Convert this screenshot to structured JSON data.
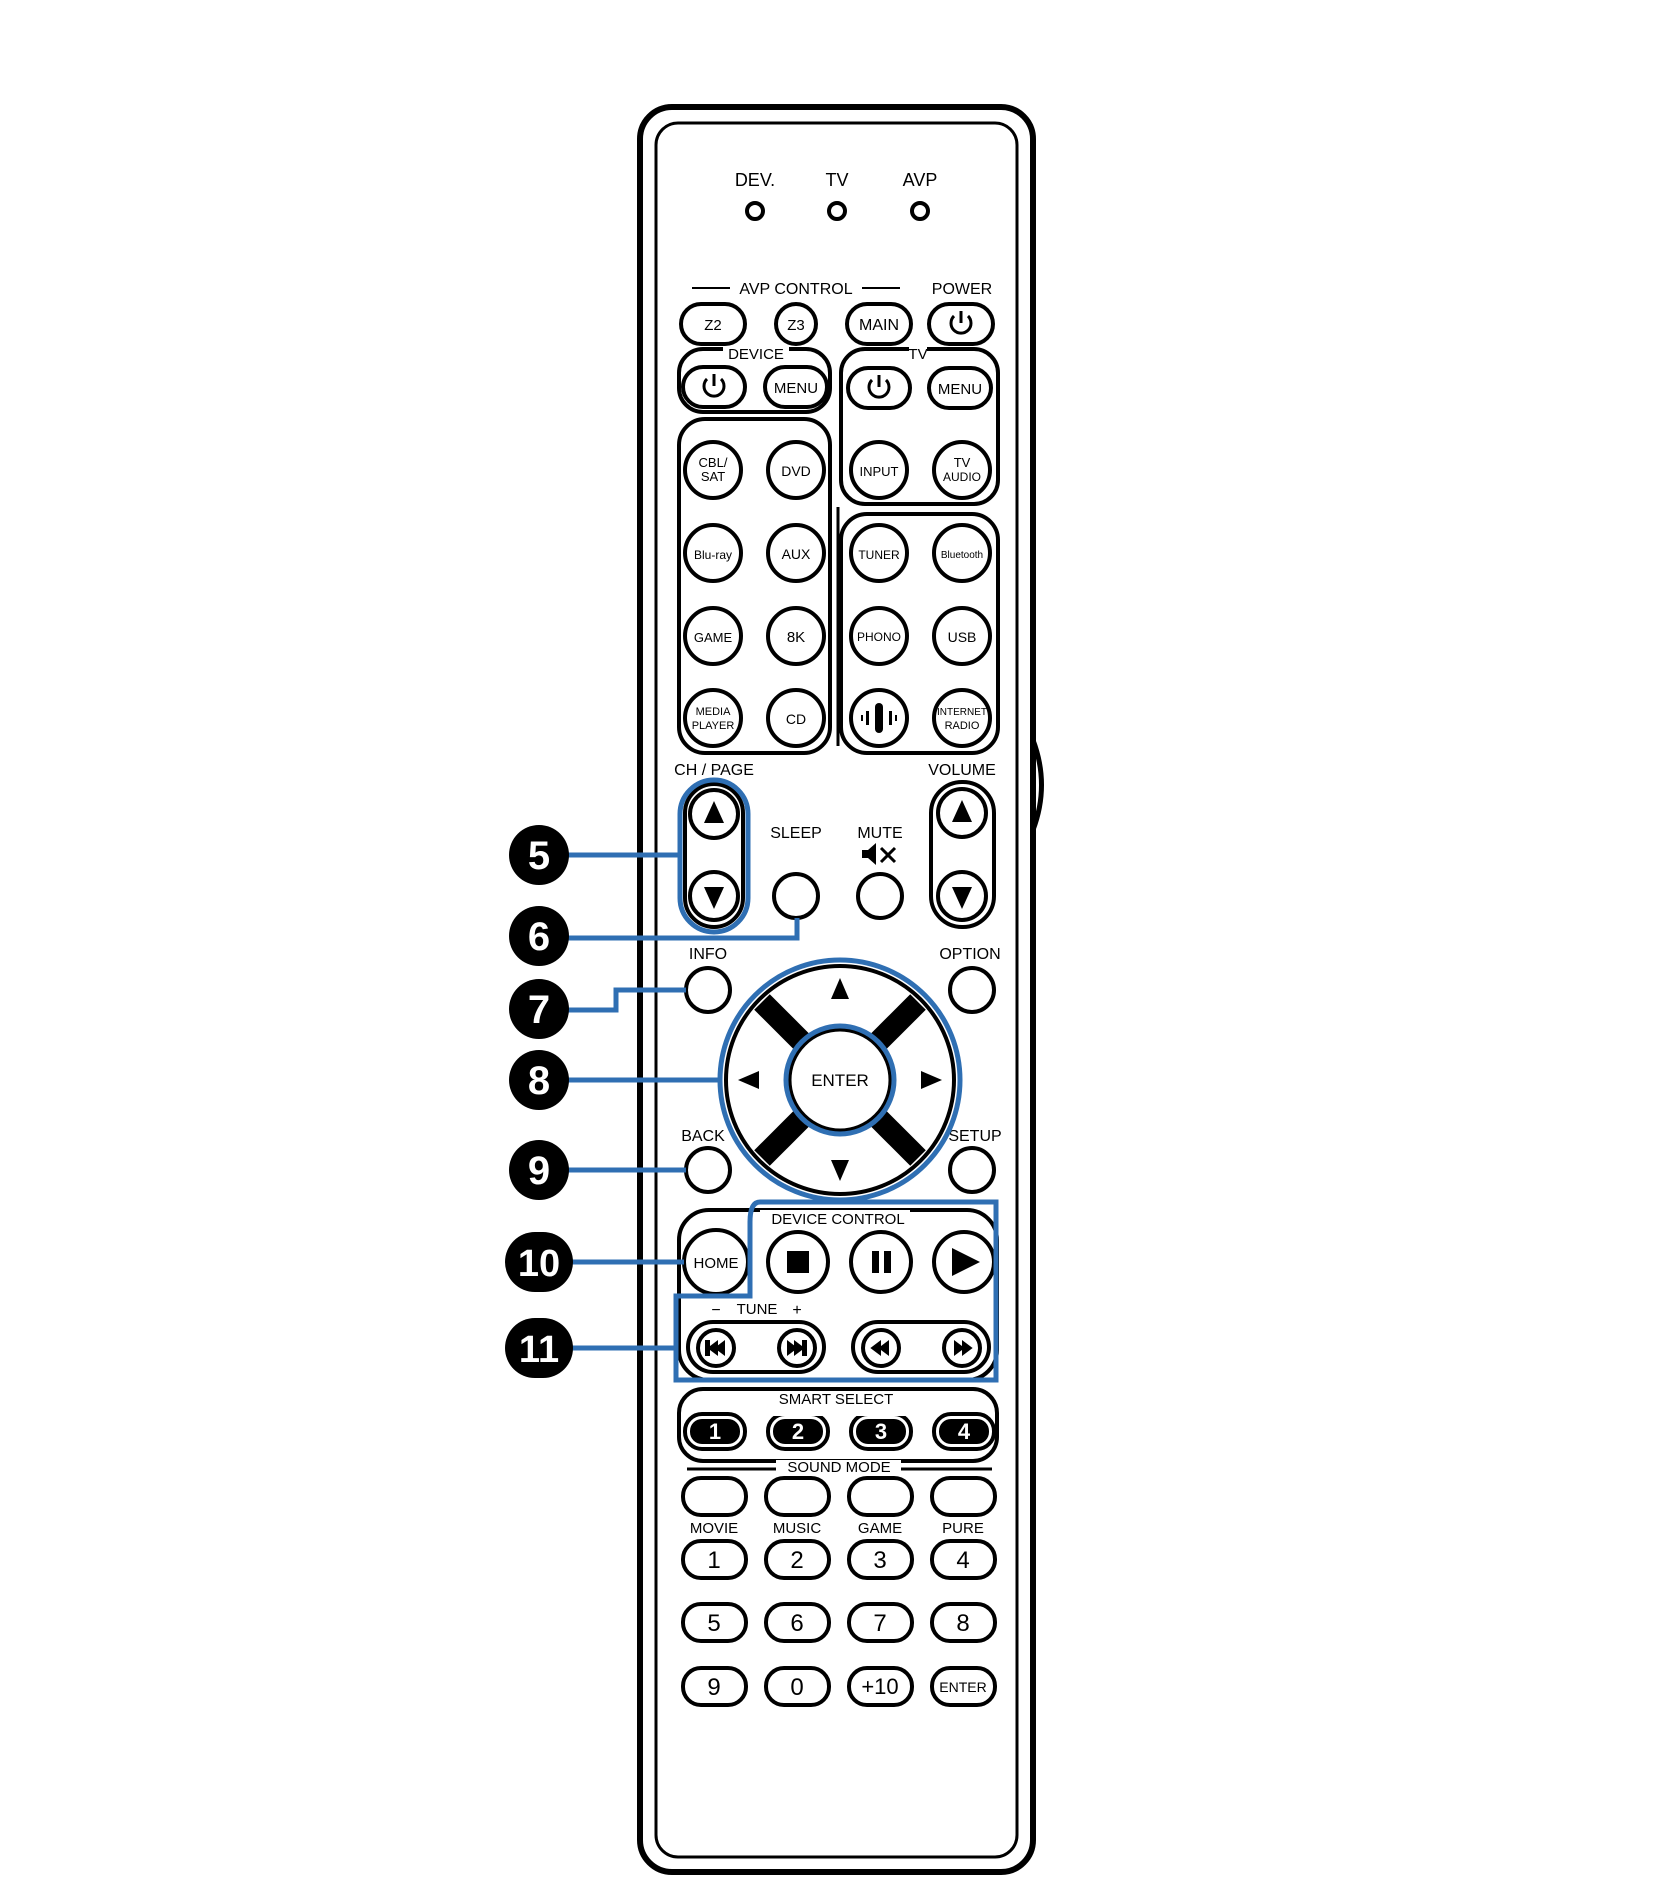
{
  "mode_indicators": {
    "dev": "DEV.",
    "tv": "TV",
    "avp": "AVP"
  },
  "avp_control": {
    "label": "AVP CONTROL",
    "z2": "Z2",
    "z3": "Z3",
    "main": "MAIN"
  },
  "power": {
    "label": "POWER"
  },
  "device": {
    "label": "DEVICE",
    "menu": "MENU"
  },
  "tv": {
    "label": "TV",
    "menu": "MENU"
  },
  "inputs": {
    "cbl_sat_line1": "CBL/",
    "cbl_sat_line2": "SAT",
    "dvd": "DVD",
    "input": "INPUT",
    "tv_audio_line1": "TV",
    "tv_audio_line2": "AUDIO",
    "bluray": "Blu-ray",
    "aux": "AUX",
    "tuner": "TUNER",
    "bluetooth": "Bluetooth",
    "game": "GAME",
    "eight_k": "8K",
    "phono": "PHONO",
    "usb": "USB",
    "media_player_line1": "MEDIA",
    "media_player_line2": "PLAYER",
    "cd": "CD",
    "internet_radio_line1": "INTERNET",
    "internet_radio_line2": "RADIO"
  },
  "ch_page": {
    "label": "CH / PAGE"
  },
  "volume": {
    "label": "VOLUME"
  },
  "sleep": {
    "label": "SLEEP"
  },
  "mute": {
    "label": "MUTE"
  },
  "info": {
    "label": "INFO"
  },
  "option": {
    "label": "OPTION"
  },
  "enter": {
    "label": "ENTER"
  },
  "back": {
    "label": "BACK"
  },
  "setup": {
    "label": "SETUP"
  },
  "home": {
    "label": "HOME"
  },
  "device_control": {
    "label": "DEVICE CONTROL"
  },
  "tune": {
    "minus": "−",
    "label": "TUNE",
    "plus": "+"
  },
  "smart_select": {
    "label": "SMART SELECT",
    "buttons": [
      "1",
      "2",
      "3",
      "4"
    ]
  },
  "sound_mode": {
    "label": "SOUND MODE",
    "movie": "MOVIE",
    "music": "MUSIC",
    "game": "GAME",
    "pure": "PURE"
  },
  "keypad": [
    "1",
    "2",
    "3",
    "4",
    "5",
    "6",
    "7",
    "8",
    "9",
    "0",
    "+10",
    "ENTER"
  ],
  "callouts": [
    "5",
    "6",
    "7",
    "8",
    "9",
    "10",
    "11"
  ],
  "colors": {
    "outline": "#000000",
    "highlight": "#2f6fb3",
    "background": "#ffffff",
    "callout_fill": "#000000"
  }
}
